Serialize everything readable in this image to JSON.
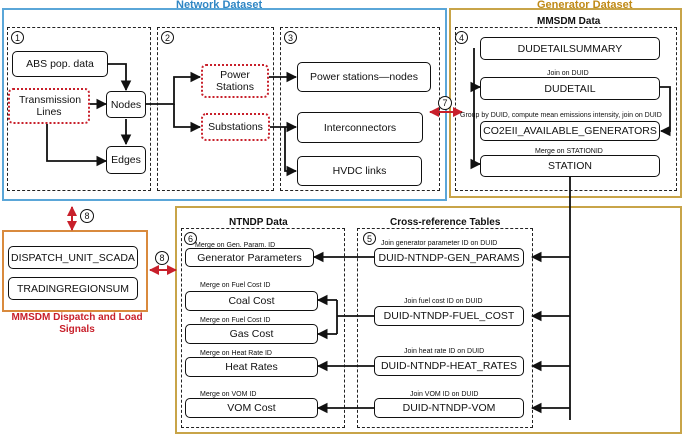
{
  "panels": {
    "network": "Network Dataset",
    "generator": "Generator Dataset",
    "mmsdm_data": "MMSDM Data",
    "ntndp": "NTNDP Data",
    "xref": "Cross-reference Tables",
    "dispatch": "MMSDM Dispatch and Load Signals"
  },
  "steps": [
    "1",
    "2",
    "3",
    "4",
    "5",
    "6",
    "7",
    "8",
    "8"
  ],
  "network": {
    "abs": "ABS pop. data",
    "transmission": "Transmission Lines",
    "nodes": "Nodes",
    "edges": "Edges",
    "power_stations": "Power Stations",
    "substations": "Substations",
    "ps_nodes": "Power stations—nodes",
    "interconnectors": "Interconnectors",
    "hvdc": "HVDC links"
  },
  "mmsdm": {
    "dudetailsummary": "DUDETAILSUMMARY",
    "dudetail": "DUDETAIL",
    "co2eii": "CO2EII_AVAILABLE_GENERATORS",
    "station": "STATION",
    "join_duid": "Join on DUID",
    "group_label": "Group by DUID, compute mean emissions intensity, join on DUID",
    "merge_stationid": "Merge on STATIONID"
  },
  "dispatch": {
    "scada": "DISPATCH_UNIT_SCADA",
    "trading": "TRADINGREGIONSUM"
  },
  "ntndp": {
    "gen_params": "Generator Parameters",
    "coal": "Coal Cost",
    "gas": "Gas Cost",
    "heat": "Heat Rates",
    "vom": "VOM Cost",
    "merge_gen": "Merge on Gen. Param. ID",
    "merge_fuel1": "Merge on Fuel Cost ID",
    "merge_fuel2": "Merge on Fuel Cost ID",
    "merge_heat": "Merge on Heat Rate ID",
    "merge_vom": "Merge on VOM ID"
  },
  "xref": {
    "gen_params": "DUID-NTNDP-GEN_PARAMS",
    "fuel": "DUID-NTNDP-FUEL_COST",
    "heat": "DUID-NTNDP-HEAT_RATES",
    "vom": "DUID-NTNDP-VOM",
    "join_gen": "Join generator parameter ID on DUID",
    "join_fuel": "Join fuel cost ID on DUID",
    "join_heat": "Join heat rate ID on DUID",
    "join_vom": "Join VOM ID on DUID"
  },
  "colors": {
    "network_border": "#5aa6d8",
    "generator_border": "#c8a448",
    "dispatch_border": "#d98a3d",
    "highlight_red": "#c8202b"
  }
}
